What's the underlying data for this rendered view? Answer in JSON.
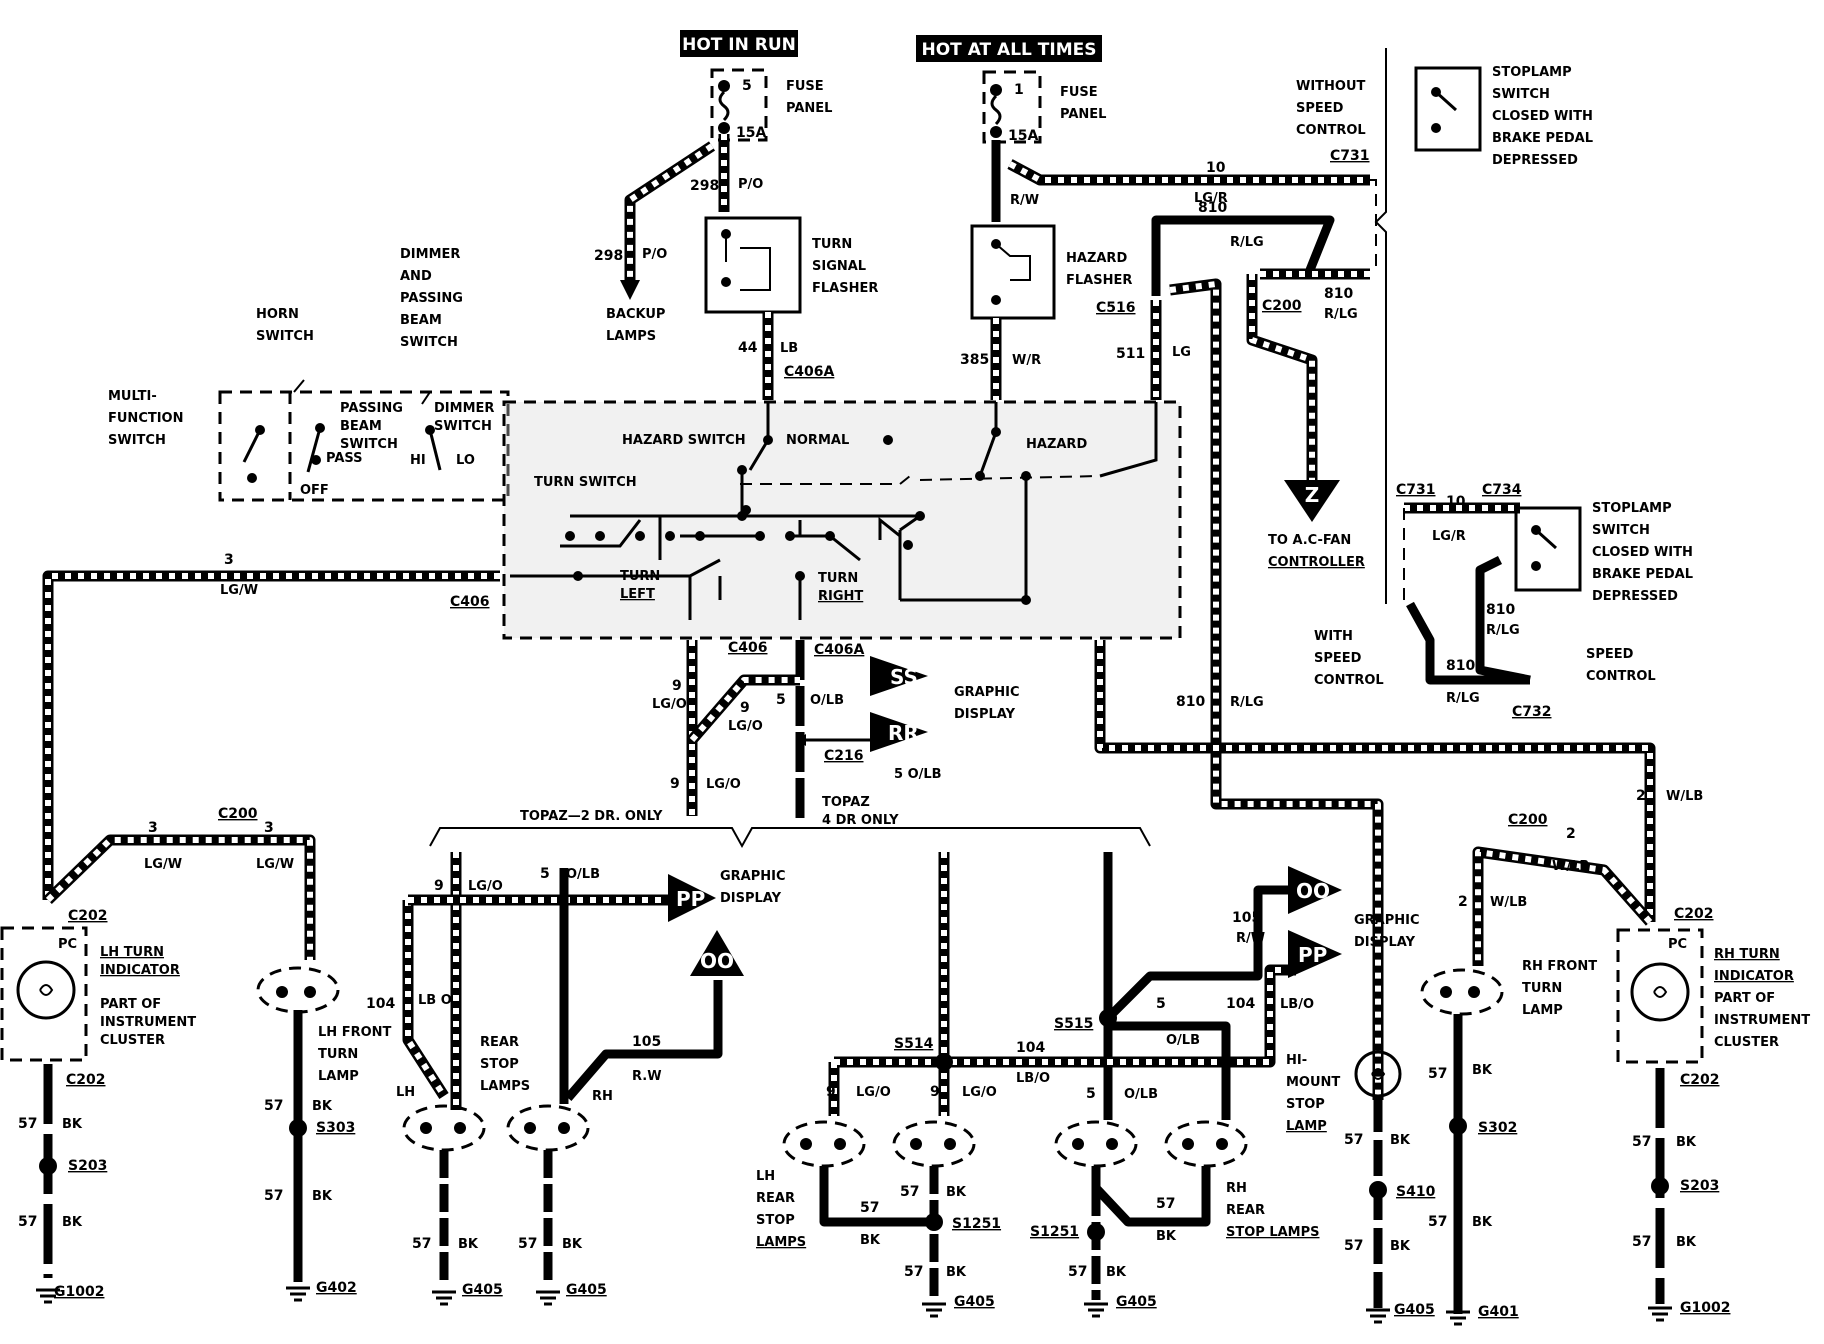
{
  "headers": {
    "hot_in_run": "HOT IN RUN",
    "hot_at_all_times": "HOT AT ALL TIMES"
  },
  "fuses": [
    {
      "num": "5",
      "amps": "15A",
      "label1": "FUSE",
      "label2": "PANEL"
    },
    {
      "num": "1",
      "amps": "15A",
      "label1": "FUSE",
      "label2": "PANEL"
    }
  ],
  "components": {
    "turn_signal_flasher": [
      "TURN",
      "SIGNAL",
      "FLASHER"
    ],
    "hazard_flasher": [
      "HAZARD",
      "FLASHER"
    ],
    "backup_lamps": [
      "BACKUP",
      "LAMPS"
    ],
    "horn_switch": [
      "HORN",
      "SWITCH"
    ],
    "dimmer_passing": [
      "DIMMER",
      "AND",
      "PASSING",
      "BEAM",
      "SWITCH"
    ],
    "multi_function": [
      "MULTI-",
      "FUNCTION",
      "SWITCH"
    ],
    "passing_beam_switch": [
      "PASSING",
      "BEAM",
      "SWITCH"
    ],
    "dimmer_switch": [
      "DIMMER",
      "SWITCH"
    ],
    "sw_positions": {
      "off": "OFF",
      "pass": "PASS",
      "hi": "HI",
      "lo": "LO"
    },
    "hazard_switch": "HAZARD SWITCH",
    "normal": "NORMAL",
    "hazard": "HAZARD",
    "turn_switch": "TURN SWITCH",
    "turn_left": [
      "TURN",
      "LEFT"
    ],
    "turn_right": [
      "TURN",
      "RIGHT"
    ],
    "to_ac_fan": [
      "TO A.C-FAN",
      "CONTROLLER"
    ],
    "without_speed": [
      "WITHOUT",
      "SPEED",
      "CONTROL"
    ],
    "with_speed": [
      "WITH",
      "SPEED",
      "CONTROL"
    ],
    "stoplamp_switch": [
      "STOPLAMP",
      "SWITCH",
      "CLOSED WITH",
      "BRAKE PEDAL",
      "DEPRESSED"
    ],
    "speed_control": [
      "SPEED",
      "CONTROL"
    ],
    "graphic_display": [
      "GRAPHIC",
      "DISPLAY"
    ],
    "topaz_2dr": "TOPAZ—2 DR. ONLY",
    "topaz_4dr": [
      "TOPAZ",
      "4 DR ONLY"
    ],
    "lh_turn_indicator": [
      "LH TURN",
      "INDICATOR",
      "PART OF",
      "INSTRUMENT",
      "CLUSTER"
    ],
    "rh_turn_indicator": [
      "RH TURN",
      "INDICATOR",
      "PART OF",
      "INSTRUMENT",
      "CLUSTER"
    ],
    "lh_front_turn": [
      "LH FRONT",
      "TURN",
      "LAMP"
    ],
    "rh_front_turn": [
      "RH FRONT",
      "TURN",
      "LAMP"
    ],
    "rear_stop": [
      "REAR",
      "STOP",
      "LAMPS"
    ],
    "lh_rear_stop": [
      "LH",
      "REAR",
      "STOP",
      "LAMPS"
    ],
    "rh_rear_stop": [
      "RH",
      "REAR",
      "STOP LAMPS"
    ],
    "hi_mount": [
      "HI-",
      "MOUNT",
      "STOP",
      "LAMP"
    ],
    "pc": "PC",
    "lh": "LH",
    "rh": "RH"
  },
  "connectors": {
    "c406a": "C406A",
    "c406": "C406",
    "c516": "C516",
    "c731": "C731",
    "c734": "C734",
    "c200": "C200",
    "c202": "C202",
    "c216": "C216",
    "c732": "C732"
  },
  "splices": {
    "s203": "S203",
    "s303": "S303",
    "s514": "S514",
    "s515": "S515",
    "s1251": "S1251",
    "s410": "S410",
    "s302": "S302"
  },
  "grounds": {
    "g1002": "G1002",
    "g402": "G402",
    "g405": "G405",
    "g401": "G401"
  },
  "circuits": {
    "c298": "298",
    "po": "P/O",
    "c44": "44",
    "lb": "LB",
    "c385": "385",
    "wr": "W/R",
    "rw": "R/W",
    "c511": "511",
    "lg": "LG",
    "c10": "10",
    "lgr": "LG/R",
    "c810": "810",
    "rlg": "R/LG",
    "c3": "3",
    "lgw": "LG/W",
    "c9": "9",
    "lgo": "LG/O",
    "c5": "5",
    "olb": "O/LB",
    "c5olb": "5 O/LB",
    "c2": "2",
    "wlb": "W/LB",
    "c57": "57",
    "bk": "BK",
    "c104": "104",
    "lbo": "LB/O",
    "lbo2": "LB O",
    "c105": "105",
    "rw2": "R.W"
  },
  "markers": {
    "z": "Z",
    "ss": "SS",
    "rr": "RR",
    "pp": "PP",
    "oo": "OO"
  }
}
